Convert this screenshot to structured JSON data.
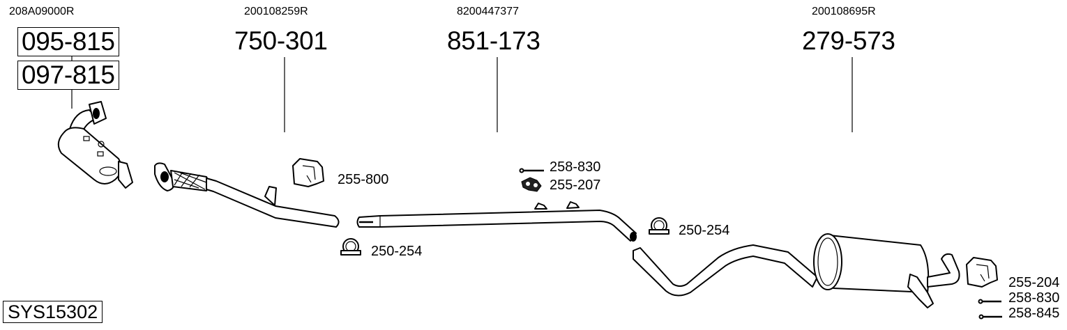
{
  "diagram": {
    "system_code": "SYS15302",
    "sections": [
      {
        "oem_number": "208A09000R",
        "part_numbers": [
          "095-815",
          "097-815"
        ],
        "part_type": "catalytic-converter"
      },
      {
        "oem_number": "200108259R",
        "part_numbers": [
          "750-301"
        ],
        "part_type": "front-pipe"
      },
      {
        "oem_number": "8200447377",
        "part_numbers": [
          "851-173"
        ],
        "part_type": "intermediate-pipe"
      },
      {
        "oem_number": "200108695R",
        "part_numbers": [
          "279-573"
        ],
        "part_type": "rear-silencer"
      }
    ],
    "accessories": [
      {
        "id": "acc-255-800",
        "label": "255-800",
        "icon": "rubber-mount-icon"
      },
      {
        "id": "acc-250-254-a",
        "label": "250-254",
        "icon": "pipe-clamp-icon"
      },
      {
        "id": "acc-258-830-a",
        "label": "258-830",
        "icon": "bolt-icon"
      },
      {
        "id": "acc-255-207",
        "label": "255-207",
        "icon": "rubber-hanger-icon"
      },
      {
        "id": "acc-250-254-b",
        "label": "250-254",
        "icon": "pipe-clamp-icon"
      },
      {
        "id": "acc-255-204",
        "label": "255-204",
        "icon": "rubber-mount-icon"
      },
      {
        "id": "acc-258-830-b",
        "label": "258-830",
        "icon": "bolt-icon"
      },
      {
        "id": "acc-258-845",
        "label": "258-845",
        "icon": "bolt-icon"
      }
    ]
  }
}
